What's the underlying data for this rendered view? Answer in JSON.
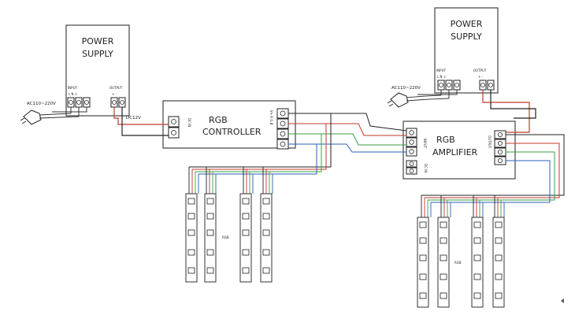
{
  "power_supply_left": {
    "title_line1": "POWER",
    "title_line2": "SUPPLY",
    "input_label": "INPUT",
    "output_label": "OUTPUT",
    "input_terminals": "L  N  ⏚",
    "output_terminals": "+  -",
    "ac_label": "AC110~220V",
    "dc_label": "DC12V"
  },
  "power_supply_right": {
    "title_line1": "POWER",
    "title_line2": "SUPPLY",
    "input_label": "INPUT",
    "output_label": "OUTPUT",
    "input_terminals": "L  N  ⏚",
    "output_terminals": "+  -",
    "ac_label": "AC110~220V"
  },
  "controller": {
    "title_line1": "RGB",
    "title_line2": "CONTROLLER",
    "left_label": "DC IN",
    "right_label": "V+ R G B"
  },
  "amplifier": {
    "title_line1": "RGB",
    "title_line2": "AMPLIFIER",
    "left_label": "INPUT",
    "right_label": "OUTPUT",
    "dc_label": "DC IN"
  },
  "strip_group_left": {
    "label": "RGB"
  },
  "strip_group_right": {
    "label": "RGB"
  },
  "wire_colors": {
    "power": "#c0392b",
    "red": "#d94c4c",
    "green": "#3aa043",
    "blue": "#2b5fb8",
    "common": "#222222"
  },
  "icons": [
    "plug-icon",
    "ground-icon",
    "screw-terminal-icon",
    "led-chip-icon",
    "arrow-icon"
  ]
}
